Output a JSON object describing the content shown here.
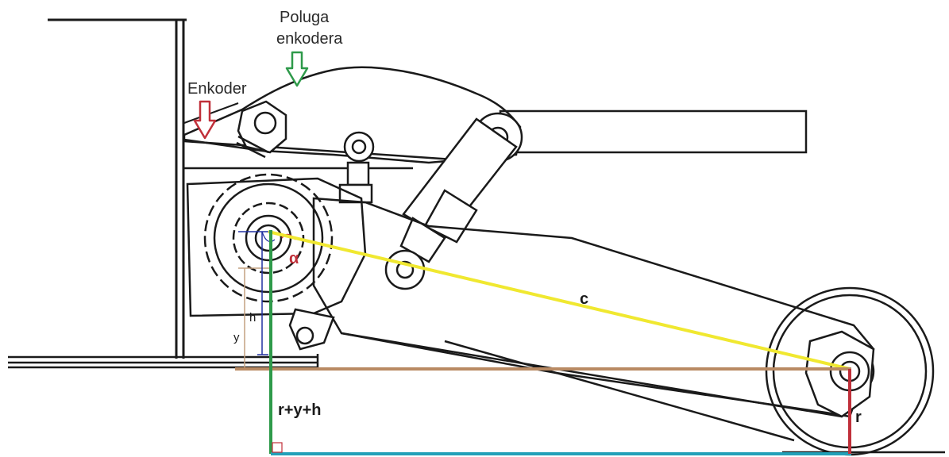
{
  "labels": {
    "lever_line1": "Poluga",
    "lever_line2": "enkodera",
    "encoder": "Enkoder",
    "alpha": "α",
    "c": "c",
    "h": "h",
    "y": "y",
    "sum": "r+y+h",
    "r": "r"
  },
  "colors": {
    "ink": "#1a1a1a",
    "yellow": "#f0e830",
    "brown": "#b98a63",
    "green": "#2e9a4a",
    "red": "#c0303a",
    "blue": "#22a0b8",
    "navy": "#2030a0",
    "tan": "#c2a080"
  },
  "icons": {
    "lever_arrow": "down-arrow-icon",
    "encoder_arrow": "down-arrow-icon"
  }
}
